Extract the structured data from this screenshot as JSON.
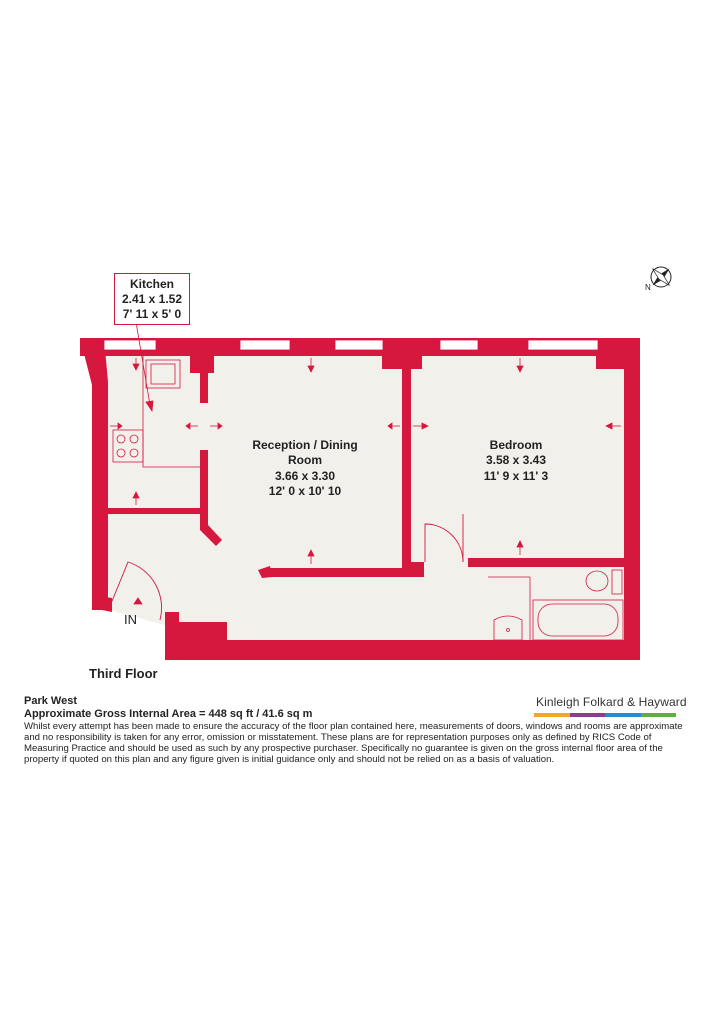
{
  "kitchen": {
    "name": "Kitchen",
    "metric": "2.41 x 1.52",
    "imperial": "7' 11 x 5' 0"
  },
  "reception": {
    "name_line1": "Reception / Dining",
    "name_line2": "Room",
    "metric": "3.66 x 3.30",
    "imperial": "12' 0 x 10' 10"
  },
  "bedroom": {
    "name": "Bedroom",
    "metric": "3.58 x 3.43",
    "imperial": "11' 9 x 11' 3"
  },
  "entrance_label": "IN",
  "floor_name": "Third Floor",
  "compass_label": "N",
  "footer": {
    "property_name": "Park West",
    "gross_area": "Approximate Gross Internal Area = 448 sq ft / 41.6 sq m",
    "disclaimer": "Whilst every attempt has been made to ensure the accuracy of the floor plan contained here, measurements of doors, windows and rooms are approximate and no responsibility is taken for any error, omission or misstatement. These plans are for representation purposes only as defined by RICS Code of Measuring Practice and should be used as such by any prospective purchaser. Specifically no guarantee is given on the gross internal floor area of the property if quoted on this plan and any figure given is initial guidance only and should not be relied on as a basis of valuation."
  },
  "brand": {
    "name": "Kinleigh Folkard & Hayward",
    "bar_colors": [
      "#f5a623",
      "#8e3d8e",
      "#1e8fd6",
      "#5bb13b"
    ]
  },
  "colors": {
    "wall": "#d6173e",
    "floor": "#f2f0eb",
    "accent": "#d6173e"
  }
}
